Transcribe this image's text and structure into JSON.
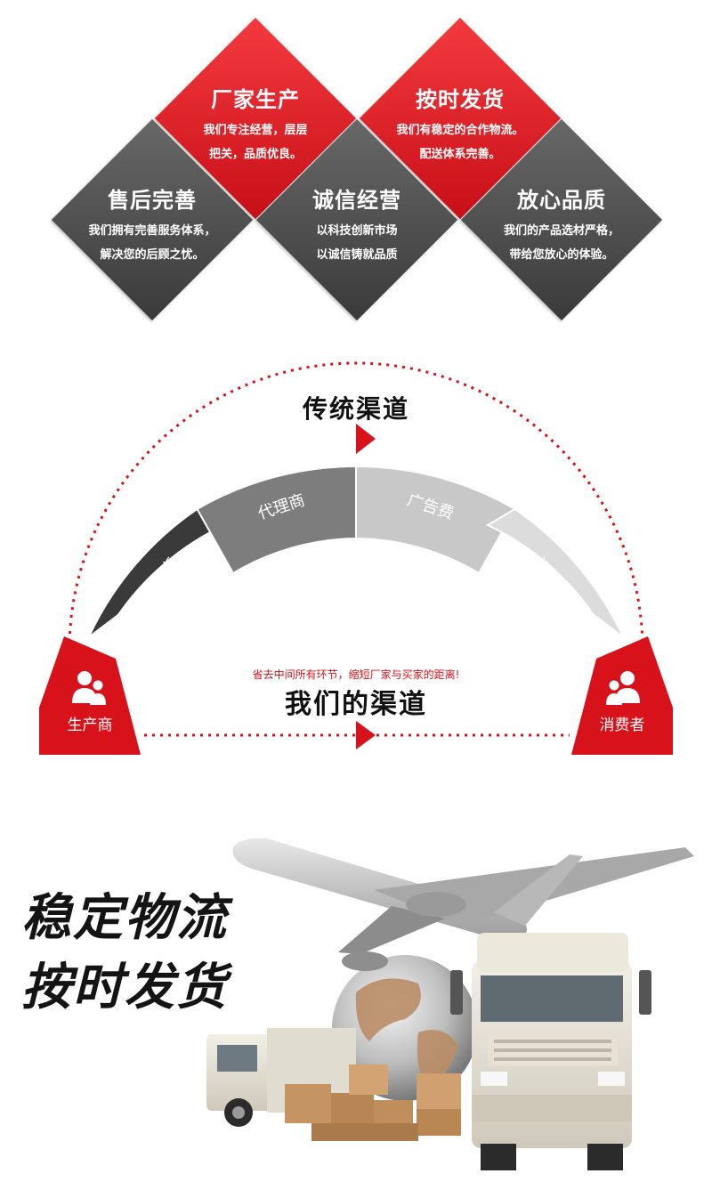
{
  "features": [
    {
      "title": "厂家生产",
      "lines": [
        "我们专注经营，层层",
        "把关，品质优良。"
      ],
      "color": "red"
    },
    {
      "title": "按时发货",
      "lines": [
        "我们有稳定的合作物流。",
        "配送体系完善。"
      ],
      "color": "red"
    },
    {
      "title": "售后完善",
      "lines": [
        "我们拥有完善服务体系，",
        "解决您的后顾之忧。"
      ],
      "color": "gray"
    },
    {
      "title": "诚信经营",
      "lines": [
        "以科技创新市场",
        "以诚信铸就品质"
      ],
      "color": "gray"
    },
    {
      "title": "放心品质",
      "lines": [
        "我们的产品选材严格，",
        "带给您放心的体验。"
      ],
      "color": "gray"
    }
  ],
  "channels": {
    "traditional_title": "传统渠道",
    "our_title": "我们的渠道",
    "slogan": "省去中间所有环节，缩短厂家与买家的距离!",
    "segments": [
      "总批发商",
      "代理商",
      "广告费",
      "运输成本"
    ],
    "producer_label": "生产商",
    "consumer_label": "消费者",
    "colors": {
      "red": "#d8121a",
      "dark": "#3a3a3a",
      "mid": "#7d7d7d",
      "light": "#c8c8c8",
      "lighter": "#dcdcdc"
    }
  },
  "logistics": {
    "line1": "稳定物流",
    "line2": "按时发货"
  }
}
